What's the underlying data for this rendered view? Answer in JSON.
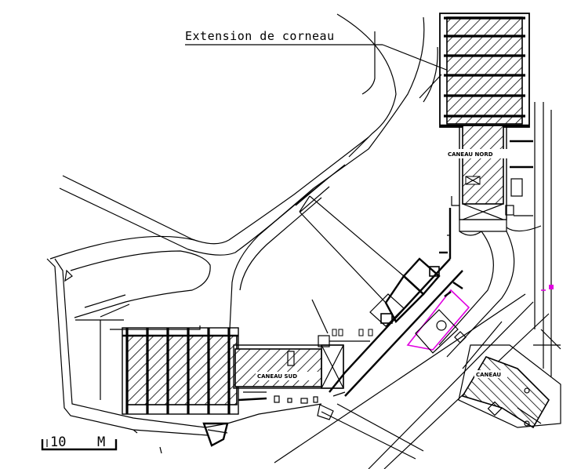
{
  "labels": {
    "callout": "Extension de corneau",
    "building_north": "CANEAU NORD",
    "building_south": "CANEAU SUD",
    "building_east": "CANEAU"
  },
  "scale_bar": {
    "value": "10",
    "unit": "M"
  },
  "colors": {
    "lines": "#000000",
    "highlight": "#e000e0",
    "background": "#ffffff"
  }
}
